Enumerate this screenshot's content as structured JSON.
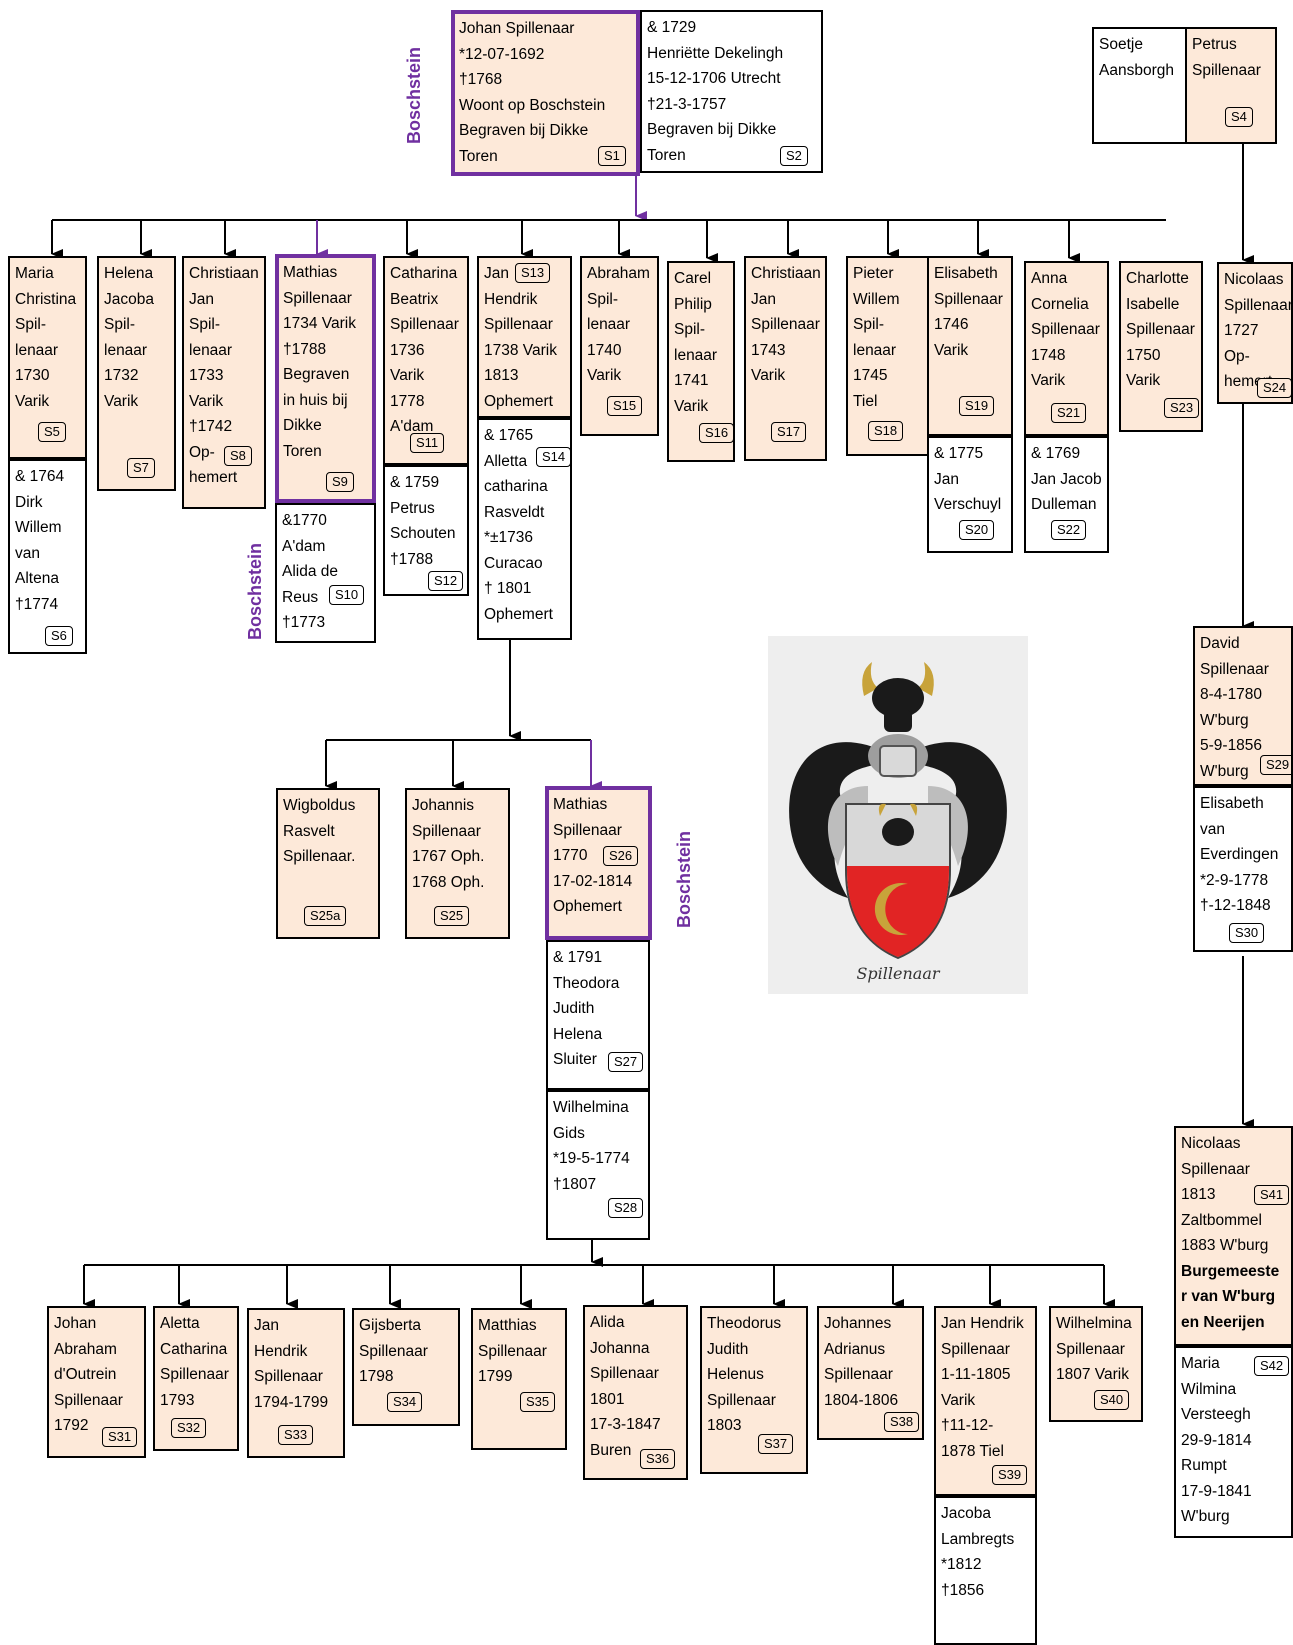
{
  "labels": {
    "boschstein": "Boschstein"
  },
  "coat_of_arms": {
    "caption": "Spillenaar"
  },
  "colors": {
    "accent": "#7030a0",
    "box_fill": "#fde9d9",
    "border": "#000000"
  },
  "people": {
    "s1": {
      "lines": "Johan Spillenaar\n*12-07-1692\n†1768\nWoont op Boschstein\nBegraven bij Dikke\nToren",
      "tag": "S1"
    },
    "s2": {
      "lines": "& 1729\nHenriëtte Dekelingh\n15-12-1706 Utrecht\n†21-3-1757\nBegraven bij Dikke\nToren",
      "tag": "S2"
    },
    "s3": {
      "lines": "Soetje\nAansborgh"
    },
    "s4": {
      "lines": "Petrus\nSpillenaar",
      "tag": "S4"
    },
    "s5": {
      "lines": "Maria\nChristina\nSpil-\nlenaar\n1730\nVarik",
      "tag": "S5"
    },
    "s6": {
      "lines": "& 1764\nDirk\nWillem\nvan\nAltena\n†1774",
      "tag": "S6"
    },
    "s7": {
      "lines": "Helena\nJacoba\nSpil-\nlenaar\n1732\nVarik",
      "tag": "S7"
    },
    "s8": {
      "lines": "Christiaan\nJan\nSpil-\nlenaar\n1733\nVarik\n†1742\nOp-\nhemert",
      "tag": "S8"
    },
    "s9": {
      "lines": "Mathias\nSpillenaar\n1734 Varik\n†1788\nBegraven\nin huis bij\nDikke\nToren",
      "tag": "S9"
    },
    "s10": {
      "lines": "&1770\nA'dam\nAlida de\nReus\n†1773",
      "tag": "S10"
    },
    "s11": {
      "lines": "Catharina\nBeatrix\nSpillenaar\n1736\nVarik\n1778\nA'dam",
      "tag": "S11"
    },
    "s12": {
      "lines": "& 1759\nPetrus\nSchouten\n†1788",
      "tag": "S12"
    },
    "s13": {
      "lines": "Jan\nHendrik\nSpillenaar\n1738 Varik\n1813\nOphemert",
      "tag": "S13"
    },
    "s14": {
      "lines": "& 1765\nAlletta\ncatharina\nRasveldt\n*±1736\nCuracao\n† 1801\nOphemert",
      "tag": "S14"
    },
    "s15": {
      "lines": "Abraham\nSpil-\nlenaar\n1740\nVarik",
      "tag": "S15"
    },
    "s16": {
      "lines": "Carel\nPhilip\nSpil-\nlenaar\n1741\nVarik",
      "tag": "S16"
    },
    "s17": {
      "lines": "Christiaan\nJan\nSpillenaar\n1743\nVarik",
      "tag": "S17"
    },
    "s18": {
      "lines": "Pieter\nWillem\nSpil-\nlenaar\n1745\nTiel",
      "tag": "S18"
    },
    "s19": {
      "lines": "Elisabeth\nSpillenaar\n1746\nVarik",
      "tag": "S19"
    },
    "s20": {
      "lines": "& 1775\nJan\nVerschuyl",
      "tag": "S20"
    },
    "s21": {
      "lines": "Anna\nCornelia\nSpillenaar\n1748\nVarik",
      "tag": "S21"
    },
    "s22": {
      "lines": "& 1769\nJan Jacob\nDulleman",
      "tag": "S22"
    },
    "s23": {
      "lines": "Charlotte\nIsabelle\nSpillenaar\n1750\nVarik",
      "tag": "S23"
    },
    "s24": {
      "lines": "Nicolaas\nSpillenaar\n1727 Op-\nhemert",
      "tag": "S24"
    },
    "s25a": {
      "lines": "Wigboldus\nRasvelt\nSpillenaar.",
      "tag": "S25a"
    },
    "s25": {
      "lines": "Johannis\nSpillenaar\n1767 Oph.\n1768 Oph.",
      "tag": "S25"
    },
    "s26": {
      "lines": "Mathias\nSpillenaar\n1770\n17-02-1814\nOphemert",
      "tag": "S26"
    },
    "s27": {
      "lines": "& 1791\nTheodora\nJudith\nHelena\nSluiter",
      "tag": "S27"
    },
    "s28": {
      "lines": "Wilhelmina\nGids\n*19-5-1774\n†1807",
      "tag": "S28"
    },
    "s29": {
      "lines": "David\nSpillenaar\n8-4-1780\nW'burg\n5-9-1856\nW'burg",
      "tag": "S29"
    },
    "s30": {
      "lines": "Elisabeth\nvan\nEverdingen\n*2-9-1778\n†-12-1848",
      "tag": "S30"
    },
    "s31": {
      "lines": "Johan\nAbraham\nd'Outrein\nSpillenaar\n1792",
      "tag": "S31"
    },
    "s32": {
      "lines": "Aletta\nCatharina\nSpillenaar\n1793",
      "tag": "S32"
    },
    "s33": {
      "lines": "Jan\nHendrik\nSpillenaar\n1794-1799",
      "tag": "S33"
    },
    "s34": {
      "lines": "Gijsberta\nSpillenaar\n1798",
      "tag": "S34"
    },
    "s35": {
      "lines": "Matthias\nSpillenaar\n1799",
      "tag": "S35"
    },
    "s36": {
      "lines": "Alida\nJohanna\nSpillenaar\n1801\n17-3-1847\nBuren",
      "tag": "S36"
    },
    "s37": {
      "lines": "Theodorus\nJudith\nHelenus\nSpillenaar\n1803",
      "tag": "S37"
    },
    "s38": {
      "lines": "Johannes\nAdrianus\nSpillenaar\n1804-1806",
      "tag": "S38"
    },
    "s39": {
      "lines": "Jan Hendrik\nSpillenaar\n1-11-1805\nVarik\n†11-12-\n1878 Tiel",
      "tag": "S39"
    },
    "s39b": {
      "lines": "Jacoba\nLambregts\n*1812\n†1856"
    },
    "s40": {
      "lines": "Wilhelmina\nSpillenaar\n1807 Varik",
      "tag": "S40"
    },
    "s41": {
      "lines": "Nicolaas\nSpillenaar\n1813\nZaltbommel\n1883 W'burg",
      "title": "Burgemeeste\nr van W'burg\nen Neerijen",
      "tag": "S41"
    },
    "s42": {
      "lines": "Maria\nWilmina\nVersteegh\n29-9-1814\nRumpt\n17-9-1841\nW'burg",
      "tag": "S42"
    }
  }
}
